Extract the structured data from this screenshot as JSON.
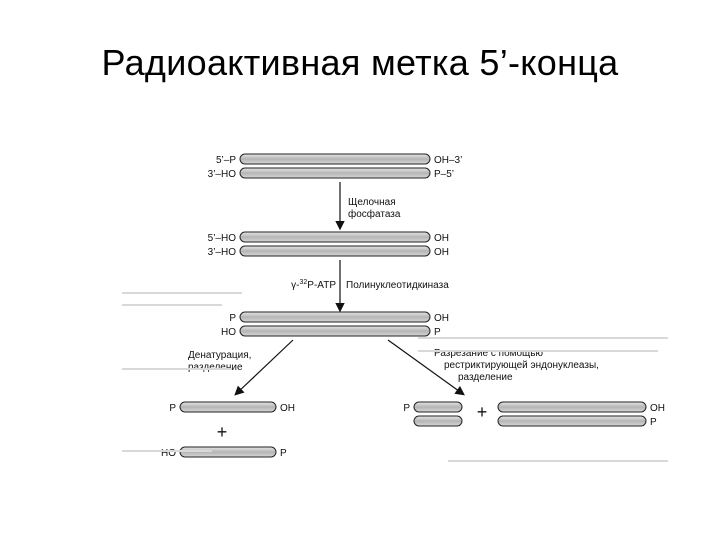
{
  "title": "Радиоактивная метка 5’-конца",
  "diagram": {
    "step1": {
      "top_left": "5’–P",
      "bottom_left": "3’–HO",
      "top_right": "OH–3’",
      "bottom_right": "P–5’"
    },
    "reaction1": "Щелочная\nфосфатаза",
    "step2": {
      "top_left": "5’–HO",
      "bottom_left": "3’–HO",
      "top_right": "OH",
      "bottom_right": "OH"
    },
    "reagent2_prefix": "γ-",
    "reagent2_sup": "32",
    "reagent2_suffix": "P-ATP",
    "enzyme2": "Полинуклеотидкиназа",
    "step3": {
      "top_left": "P",
      "bottom_left": "HO",
      "top_right": "OH",
      "bottom_right": "P"
    },
    "branch_left": "Денатурация,\nразделение",
    "branch_right": "Разрезание с помощью\nрестриктирующей эндонуклеазы,\nразделение",
    "left_strand1": {
      "left": "P",
      "right": "OH"
    },
    "left_strand2": {
      "left": "HO",
      "right": "P"
    },
    "right_short": {
      "left_top": "P"
    },
    "right_long": {
      "right_top": "OH",
      "right_bottom": "P"
    },
    "plus": "+"
  }
}
